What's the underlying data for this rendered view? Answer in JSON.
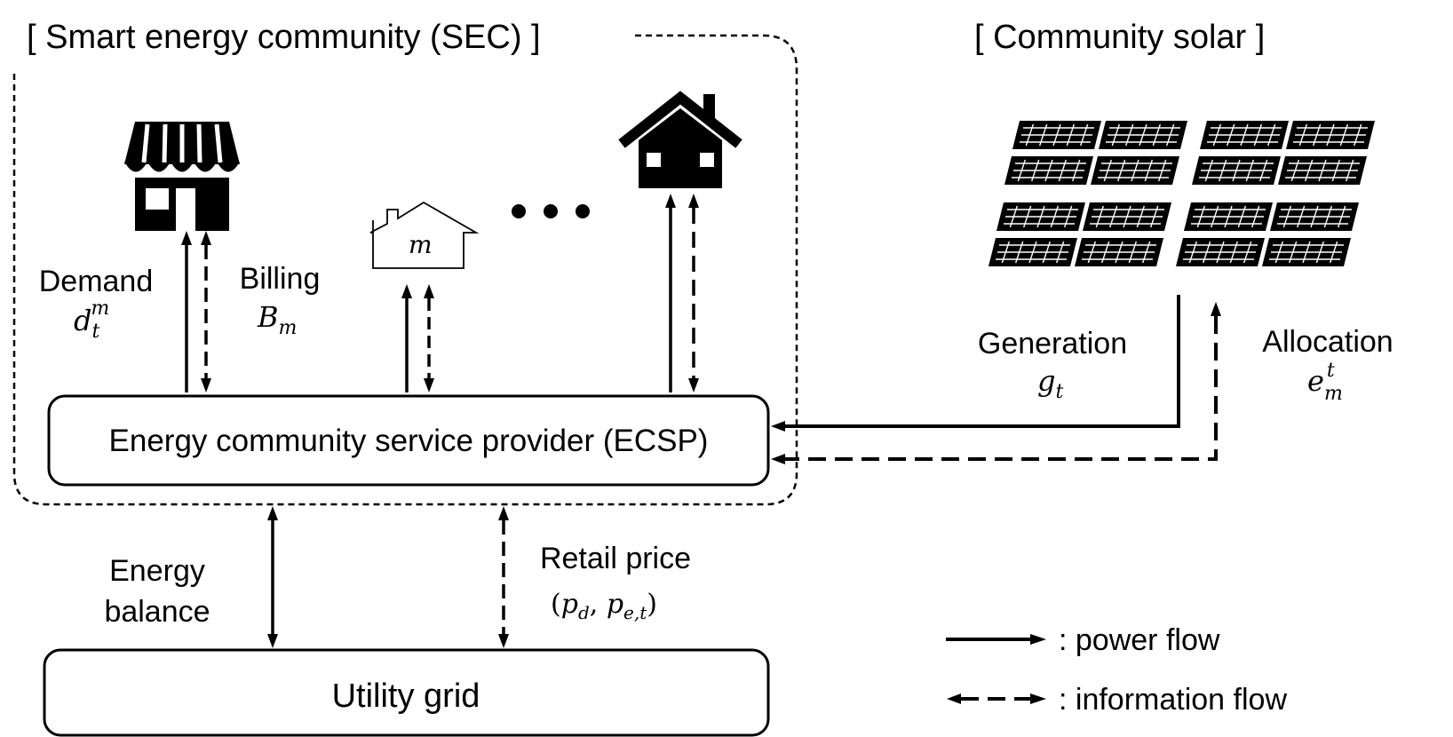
{
  "sec_title": "[ Smart energy community (SEC) ]",
  "solar_title": "[ Community solar ]",
  "ecsp_label": "Energy community service provider (ECSP)",
  "grid_label": "Utility grid",
  "demand": {
    "label": "Demand",
    "symbol": "d",
    "sup": "m",
    "sub": "t"
  },
  "billing": {
    "label": "Billing",
    "symbol": "B",
    "sub": "m"
  },
  "house_m_label": "m",
  "generation": {
    "label": "Generation",
    "symbol": "g",
    "sub": "t"
  },
  "allocation": {
    "label": "Allocation",
    "symbol": "e",
    "sup": "t",
    "sub": "m"
  },
  "energy_balance": {
    "line1": "Energy",
    "line2": "balance"
  },
  "retail_price": {
    "label": "Retail price",
    "formula_open": "(",
    "pd": "p",
    "pd_sub": "d",
    "comma": ", ",
    "pe": "p",
    "pe_sub": "e,t",
    "formula_close": ")"
  },
  "legend": {
    "power_flow": ": power flow",
    "information_flow": ": information flow"
  },
  "icons": [
    "store-icon",
    "house-outline-icon",
    "house-icon",
    "ellipsis-icon",
    "solar-panel-icon"
  ],
  "colors": {
    "ink": "#000000",
    "background": "#ffffff"
  }
}
